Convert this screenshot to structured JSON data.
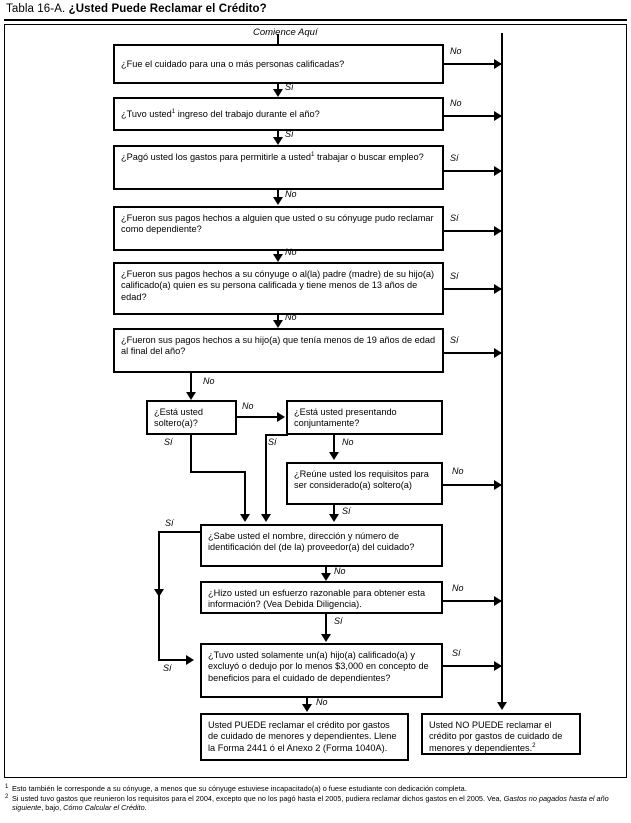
{
  "title": {
    "lead": "Tabla 16-A. ",
    "bold": "¿Usted Puede Reclamar el Crédito?"
  },
  "start_label": "Comience Aquí",
  "labels": {
    "si": "Sí",
    "no": "No"
  },
  "boxes": {
    "q1": "¿Fue el cuidado para una o más personas calificadas?",
    "q2_a": "¿Tuvo usted",
    "q2_b": " ingreso del trabajo durante el año?",
    "q3_a": "¿Pagó usted los gastos para permitirle a usted",
    "q3_b": " trabajar o buscar empleo?",
    "q4": "¿Fueron sus pagos hechos a alguien que usted o su cónyuge pudo reclamar como dependiente?",
    "q5": "¿Fueron sus pagos hechos a su cónyuge o al(la) padre (madre) de su hijo(a) calificado(a) quien es su persona calificada y tiene menos de 13 años de edad?",
    "q6": "¿Fueron sus pagos hechos a su hijo(a) que tenía menos de 19 años de edad al final del año?",
    "q7": "¿Está usted soltero(a)?",
    "q8": "¿Está usted presentando conjuntamente?",
    "q9": "¿Reúne usted los requisitos para ser considerado(a) soltero(a)",
    "q10": "¿Sabe usted el nombre, dirección y número de identificación del (de la) proveedor(a) del cuidado?",
    "q11": "¿Hizo usted un esfuerzo razonable para obtener esta información? (Vea Debida Diligencia).",
    "q12": "¿Tuvo usted solamente un(a) hijo(a) calificado(a) y excluyó o dedujo por lo menos $3,000 en concepto de beneficios para el cuidado de dependientes?",
    "result_yes": "Usted PUEDE reclamar el crédito por gastos de cuidado de menores y dependientes. Llene la Forma 2441 ó el Anexo 2 (Forma 1040A).",
    "result_no_a": "Usted NO PUEDE reclamar el crédito por gastos de cuidado de menores y dependientes."
  },
  "edge_labels": {
    "q1_no": "No",
    "q1_si": "Sí",
    "q2_no": "No",
    "q2_si": "Sí",
    "q3_si": "Sí",
    "q3_no": "No",
    "q4_si": "Sí",
    "q4_no": "No",
    "q5_si": "Sí",
    "q5_no": "No",
    "q6_si": "Sí",
    "q6_no": "No",
    "q7_no": "No",
    "q7_si": "Sí",
    "q8_si": "Sí",
    "q8_no": "No",
    "q9_no": "No",
    "q9_si": "Sí",
    "q10_si": "Sí",
    "q10_no": "No",
    "q11_no": "No",
    "q11_si": "Sí",
    "q12_si": "Sí",
    "q12_no": "No"
  },
  "footnotes": {
    "n1_marker": "1",
    "n1_text": "Esto también le corresponde a su cónyuge, a menos que su cónyuge estuviese incapacitado(a) o fuese estudiante con dedicación completa.",
    "n2_marker": "2",
    "n2_part1": "Si usted tuvo gastos que reunieron los requisitos para el 2004, excepto que no los pagó hasta el 2005, pudiera reclamar dichos gastos en el 2005. Vea, ",
    "n2_italic1": "Gastos no pagados hasta el año siguiente",
    "n2_mid": ", bajo, ",
    "n2_italic2": "Cómo Calcular el Crédito",
    "n2_end": "."
  },
  "superscripts": {
    "q2_sup": "1",
    "q3_sup": "1",
    "result_no_sup": "2"
  }
}
